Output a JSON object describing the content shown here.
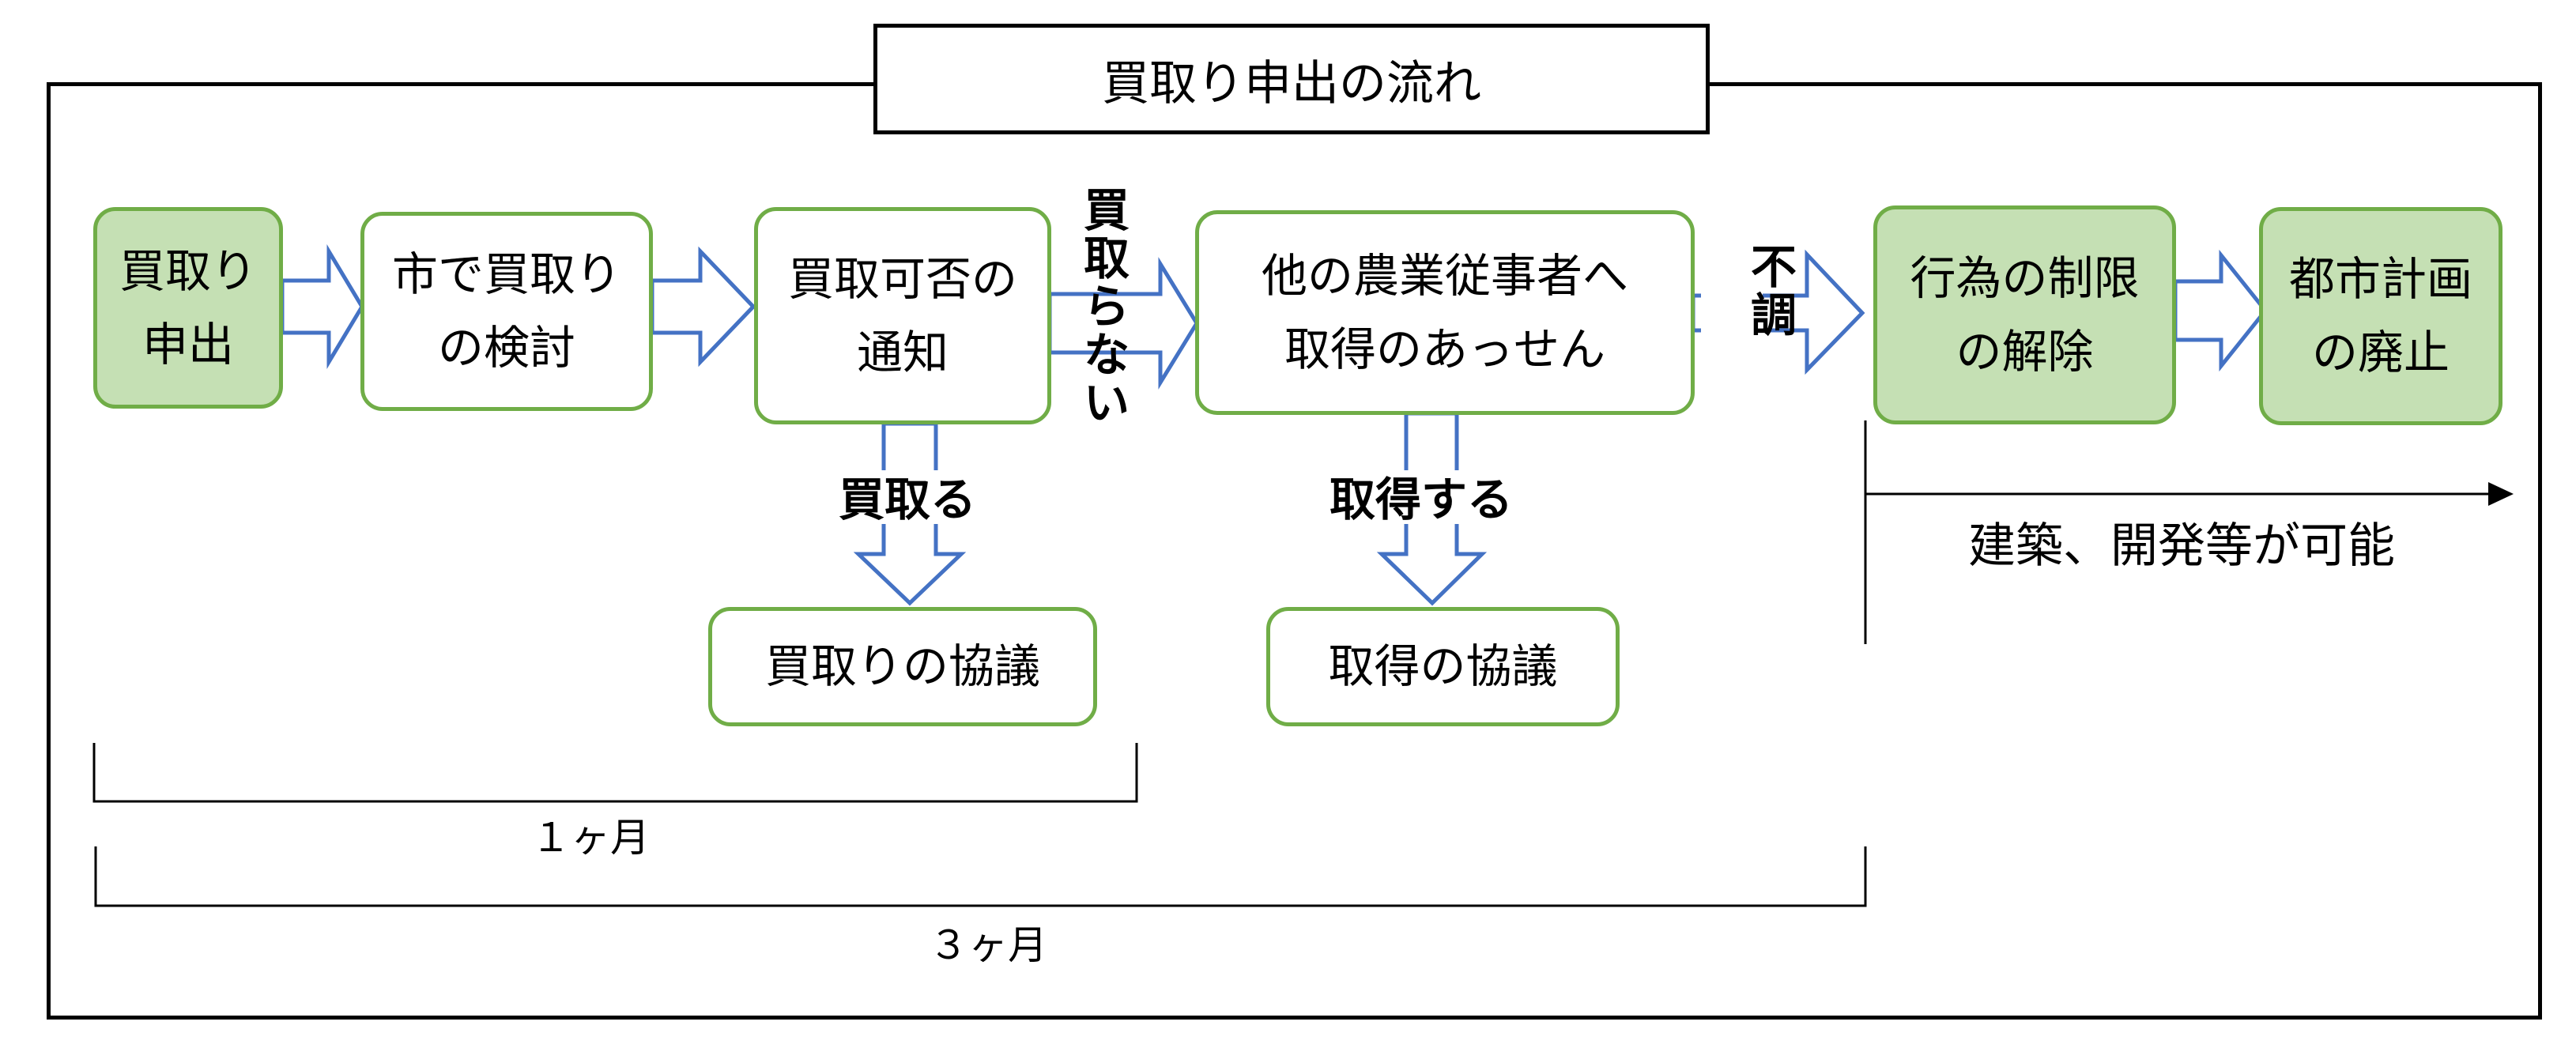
{
  "title": "買取り申出の流れ",
  "nodes": {
    "request": "買取り\n申出",
    "city_review": "市で買取り\nの検討",
    "notice": "買取可否の\n通知",
    "mediation": "他の農業従事者へ\n取得のあっせん",
    "release": "行為の制限\nの解除",
    "abolish": "都市計画\nの廃止",
    "purchase_consult": "買取りの協議",
    "acquire_consult": "取得の協議"
  },
  "labels": {
    "not_buy": "買取らない",
    "buy": "買取る",
    "acquire": "取得する",
    "failed": "不調"
  },
  "notes": {
    "after": "建築、開発等が可能",
    "one_month": "１ヶ月",
    "three_months": "３ヶ月"
  },
  "colors": {
    "node_border": "#70ad47",
    "node_fill_highlight": "#c5e0b4",
    "arrow_outline": "#4472c4"
  }
}
